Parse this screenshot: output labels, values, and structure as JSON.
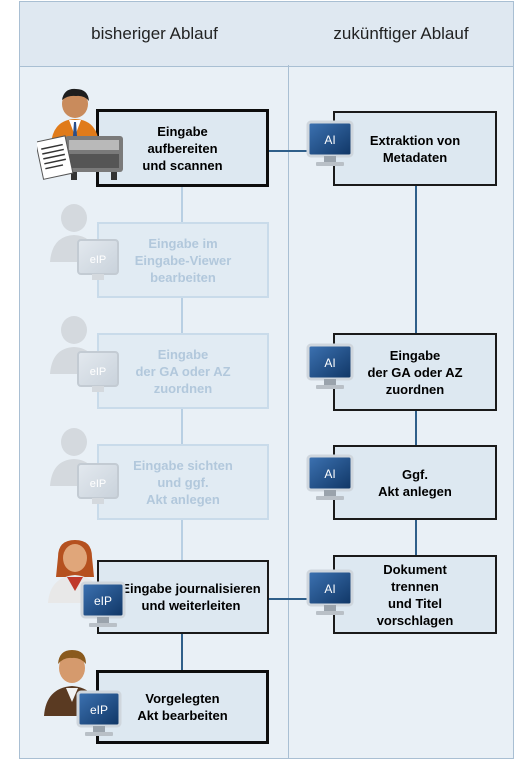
{
  "columns": {
    "left_header": "bisheriger Ablauf",
    "right_header": "zukünftiger Ablauf"
  },
  "left_steps": [
    {
      "label": "Eingabe\naufbereiten\nund scannen",
      "state": "active",
      "actor": "person with scanner"
    },
    {
      "label": "Eingabe im\nEingabe-Viewer\nbearbeiten",
      "state": "faded",
      "actor": "person with eIP monitor",
      "monitor_label": "eIP"
    },
    {
      "label": "Eingabe\nder GA oder AZ\nzuordnen",
      "state": "faded",
      "actor": "person with eIP monitor",
      "monitor_label": "eIP"
    },
    {
      "label": "Eingabe sichten\nund ggf.\nAkt anlegen",
      "state": "faded",
      "actor": "person with eIP monitor",
      "monitor_label": "eIP"
    },
    {
      "label": "Eingabe journalisieren\nund weiterleiten",
      "state": "active",
      "actor": "person with eIP monitor",
      "monitor_label": "eIP"
    },
    {
      "label": "Vorgelegten\nAkt bearbeiten",
      "state": "active",
      "actor": "person with eIP monitor",
      "monitor_label": "eIP"
    }
  ],
  "right_steps": [
    {
      "label": "Extraktion von\nMetadaten",
      "monitor_label": "AI"
    },
    {
      "label": "Eingabe\nder GA oder AZ\nzuordnen",
      "monitor_label": "AI"
    },
    {
      "label": "Ggf.\nAkt anlegen",
      "monitor_label": "AI"
    },
    {
      "label": "Dokument\ntrennen\nund Titel\nvorschlagen",
      "monitor_label": "AI"
    }
  ],
  "colors": {
    "connector": "#2f5f8a",
    "connector_faded": "#b8cfe3",
    "monitor_screen": "#1f4f86",
    "box_fill": "#dde8f1",
    "background": "#e9f0f6"
  }
}
